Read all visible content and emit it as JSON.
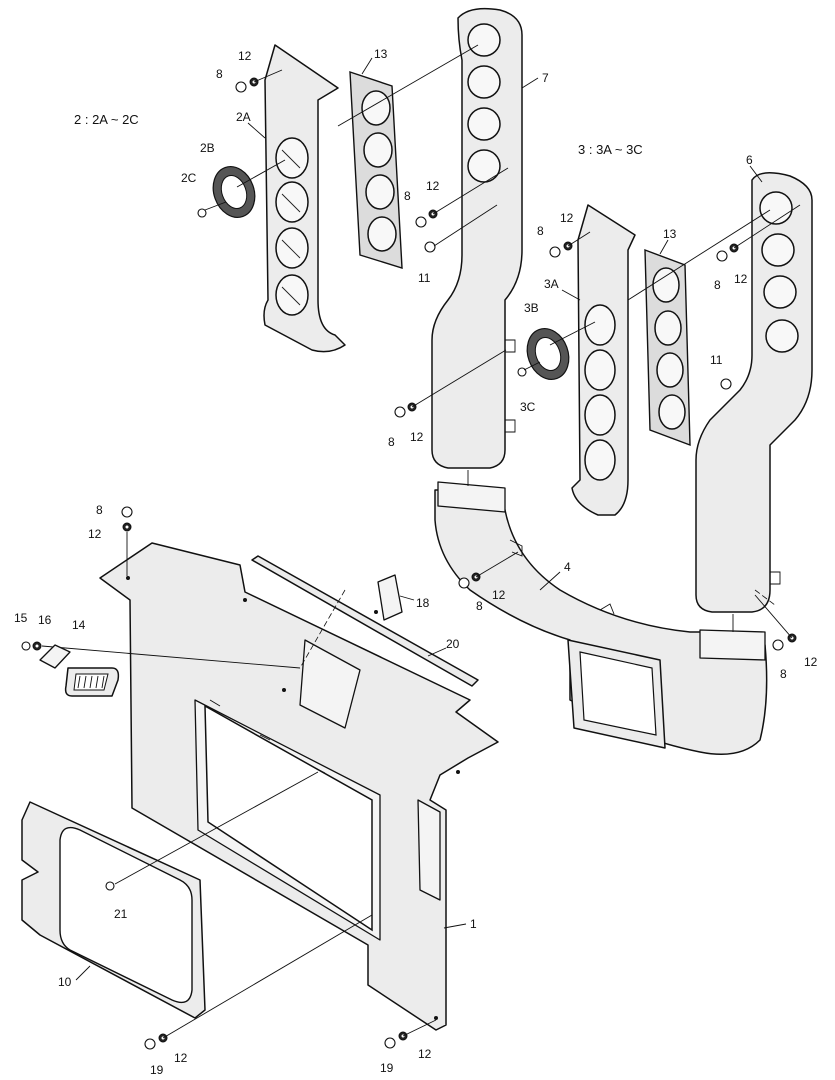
{
  "notes": {
    "group2": "2 : 2A ~ 2C",
    "group3": "3 : 3A ~ 3C"
  },
  "labels": {
    "p1": "1",
    "p2A": "2A",
    "p2B": "2B",
    "p2C": "2C",
    "p3A": "3A",
    "p3B": "3B",
    "p3C": "3C",
    "p4": "4",
    "p6": "6",
    "p7": "7",
    "p8": "8",
    "p10": "10",
    "p11": "11",
    "p12": "12",
    "p13": "13",
    "p14": "14",
    "p15": "15",
    "p16": "16",
    "p18": "18",
    "p19": "19",
    "p20": "20",
    "p21": "21"
  },
  "colors": {
    "line": "#111111",
    "fill": "#ececec",
    "background": "#ffffff"
  }
}
